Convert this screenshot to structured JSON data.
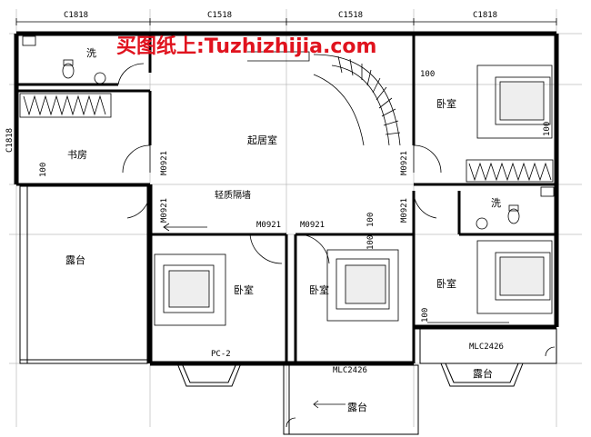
{
  "watermark": "买图纸上:Tuzhizhijia.com",
  "top_windows": [
    "C1818",
    "C1518",
    "C1518",
    "C1818"
  ],
  "side_window": "C1818",
  "rooms": {
    "wash_top": "洗",
    "study": "书房",
    "living": "起居室",
    "bed_top_right": "卧室",
    "wash_right": "洗",
    "bed_right": "卧室",
    "bed_left": "卧室",
    "bed_mid": "卧室",
    "terrace_left": "露台",
    "terrace_bottom": "露台",
    "terrace_right": "露台"
  },
  "labels": {
    "partition": "轻质隔墙",
    "door_m0921": "M0921",
    "pc2": "PC-2",
    "mlc_bottom": "MLC2426",
    "mlc_right": "MLC2426",
    "dim_100": "100"
  }
}
